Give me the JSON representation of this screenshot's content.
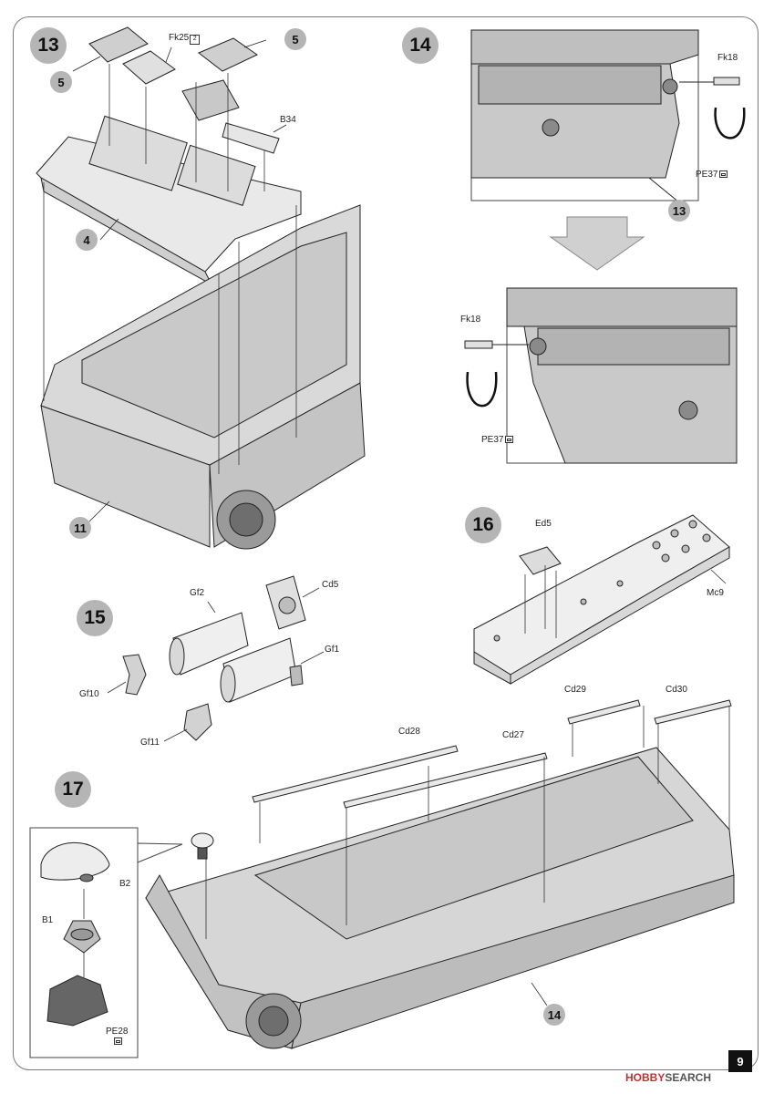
{
  "page_number": "9",
  "watermark": {
    "brand": "HOBBY",
    "rest": "SEARCH"
  },
  "steps": {
    "s13": "13",
    "s14": "14",
    "s15": "15",
    "s16": "16",
    "s17": "17"
  },
  "refs": {
    "r5a": "5",
    "r5b": "5",
    "r4": "4",
    "r11": "11",
    "r13": "13",
    "r14": "14"
  },
  "labels": {
    "fk25": "Fk25",
    "fk25_qty": "2",
    "b34": "B34",
    "fk18_top": "Fk18",
    "pe37_top": "PE37",
    "fk18_bot": "Fk18",
    "pe37_bot": "PE37",
    "ed5": "Ed5",
    "mc9": "Mc9",
    "cd5": "Cd5",
    "gf2": "Gf2",
    "gf1": "Gf1",
    "gf10": "Gf10",
    "gf11": "Gf11",
    "cd28": "Cd28",
    "cd27": "Cd27",
    "cd29": "Cd29",
    "cd30": "Cd30",
    "b2": "B2",
    "b1": "B1",
    "pe28": "PE28"
  }
}
